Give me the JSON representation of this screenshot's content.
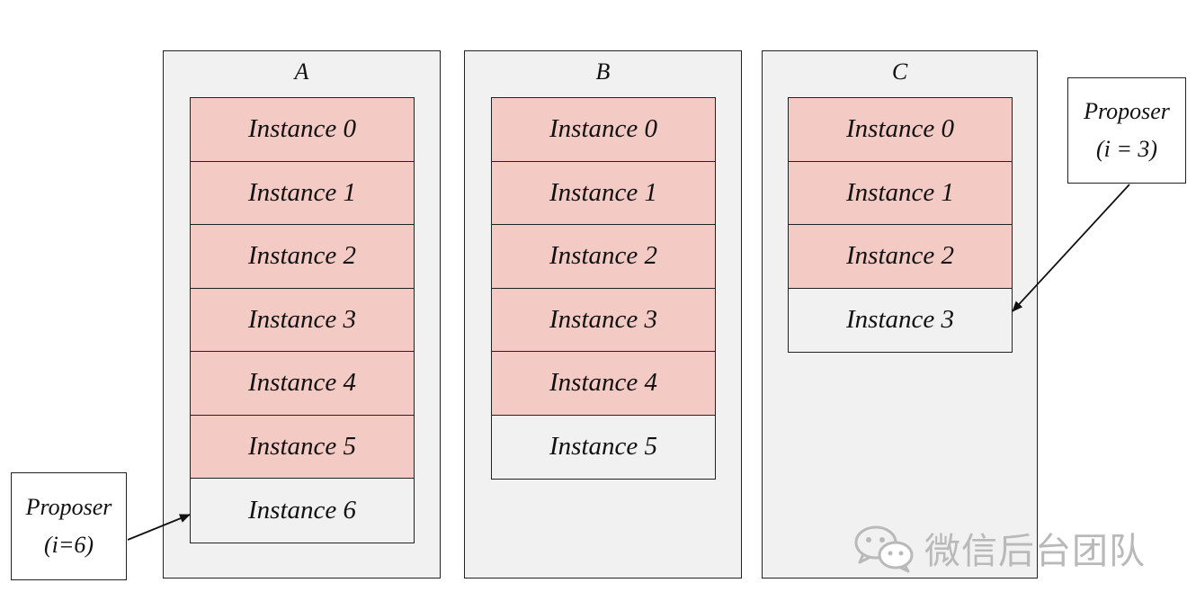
{
  "columns": [
    {
      "title": "A",
      "instances": [
        {
          "label": "Instance 0",
          "state": "done"
        },
        {
          "label": "Instance 1",
          "state": "done"
        },
        {
          "label": "Instance 2",
          "state": "done"
        },
        {
          "label": "Instance 3",
          "state": "done"
        },
        {
          "label": "Instance 4",
          "state": "done"
        },
        {
          "label": "Instance 5",
          "state": "done"
        },
        {
          "label": "Instance 6",
          "state": "pending"
        }
      ]
    },
    {
      "title": "B",
      "instances": [
        {
          "label": "Instance 0",
          "state": "done"
        },
        {
          "label": "Instance 1",
          "state": "done"
        },
        {
          "label": "Instance 2",
          "state": "done"
        },
        {
          "label": "Instance 3",
          "state": "done"
        },
        {
          "label": "Instance 4",
          "state": "done"
        },
        {
          "label": "Instance 5",
          "state": "pending"
        }
      ]
    },
    {
      "title": "C",
      "instances": [
        {
          "label": "Instance 0",
          "state": "done"
        },
        {
          "label": "Instance 1",
          "state": "done"
        },
        {
          "label": "Instance 2",
          "state": "done"
        },
        {
          "label": "Instance 3",
          "state": "pending"
        }
      ]
    }
  ],
  "proposers": {
    "a": {
      "line1": "Proposer",
      "line2": "(i=6)"
    },
    "c": {
      "line1": "Proposer",
      "line2": "(i = 3)"
    }
  },
  "colors": {
    "done_fill": "#f4cac4",
    "pending_fill": "#f1f1f1",
    "column_fill": "#f1f1f1",
    "stroke": "#222222",
    "watermark": "#b9b9b9"
  },
  "watermark": {
    "icon": "wechat-icon",
    "text": "微信后台团队"
  }
}
